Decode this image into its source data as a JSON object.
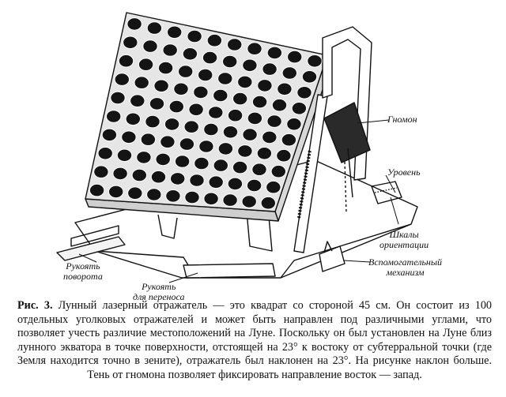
{
  "figure": {
    "grid_rows": 10,
    "grid_cols": 10,
    "labels": {
      "gnomon": "Гномон",
      "level": "Уровень",
      "orientation_scales": "Шкалы\nориентации",
      "rotation_handle": "Рукоять\nповорота",
      "carry_handle": "Рукоять\nдля переноса",
      "aux_mechanism": "Вспомогательный\nмеханизм"
    }
  },
  "caption": {
    "figure_number": "Рис. 3.",
    "text": "Лунный лазерный отражатель — это квадрат со стороной 45 см. Он состоит из 100 отдельных уголковых отражателей и может быть направлен под различными углами, что позволяет учесть различие местоположений на Луне. Поскольку он был установлен на Луне близ лунного экватора в точке поверхности, отстоящей на 23° к востоку от субтерральной точки (где Земля находится точно в зените), отражатель был наклонен на 23°. На рисунке наклон больше. Тень от гномона позволяет фиксировать направление восток — запад."
  }
}
